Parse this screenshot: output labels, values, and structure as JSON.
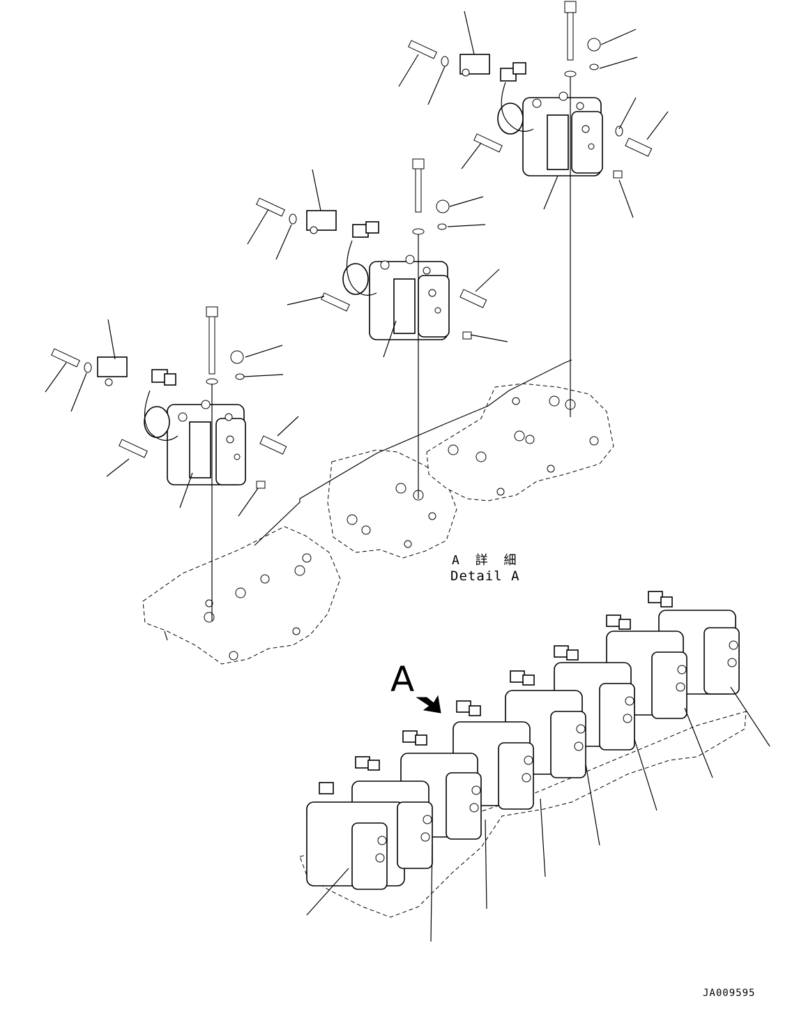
{
  "detail": {
    "label_jp": "A 詳 細",
    "label_en": "Detail A"
  },
  "view": {
    "letter": "A"
  },
  "drawing": {
    "code": "JA009595"
  },
  "colors": {
    "line": "#000000",
    "background": "#ffffff"
  }
}
